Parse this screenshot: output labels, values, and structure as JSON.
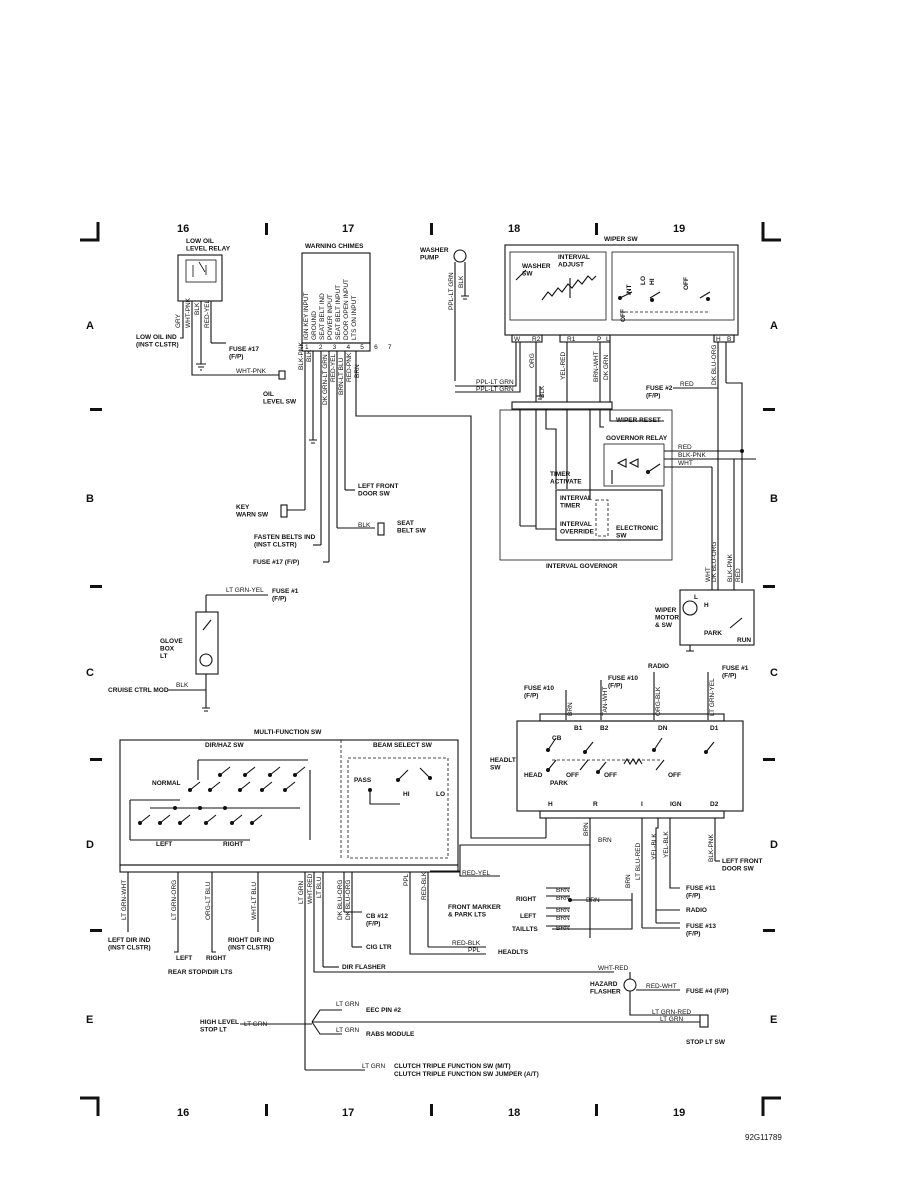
{
  "columns": [
    "16",
    "17",
    "18",
    "19"
  ],
  "rows": [
    "A",
    "B",
    "C",
    "D",
    "E"
  ],
  "figure_id": "92G11789",
  "components": {
    "low_oil_relay": "LOW OIL\nLEVEL RELAY",
    "low_oil_ind": "LOW OIL IND\n(INST CLSTR)",
    "fuse17_a": "FUSE #17\n(F/P)",
    "oil_level_sw": "OIL\nLEVEL SW",
    "warning_chimes": "WARNING CHIMES",
    "chime_pins": [
      "IGN KEY INPUT",
      "GROUND",
      "SEAT BELT IND",
      "POWER INPUT",
      "SEAT BELT INPUT",
      "DOOR OPEN INPUT",
      "LTS ON INPUT"
    ],
    "key_warn_sw": "KEY\nWARN SW",
    "left_front_door_sw": "LEFT FRONT\nDOOR SW",
    "seat_belt_sw": "SEAT\nBELT SW",
    "fasten_belts_ind": "FASTEN BELTS IND\n(INST CLSTR)",
    "fuse17_b": "FUSE #17 (F/P)",
    "washer_pump": "WASHER\nPUMP",
    "wiper_sw": "WIPER SW",
    "washer_sw": "WASHER\nSW",
    "interval_adjust": "INTERVAL\nADJUST",
    "wiper_positions": [
      "INT",
      "LO",
      "HI",
      "OFF",
      "OFF"
    ],
    "wiper_reset": "WIPER RESET",
    "governor_relay": "GOVERNOR RELAY",
    "timer_activate": "TIMER\nACTIVATE",
    "interval_timer": "INTERVAL\nTIMER",
    "interval_override": "INTERVAL\nOVERRIDE",
    "electronic_sw": "ELECTRONIC\nSW",
    "interval_governor": "INTERVAL GOVERNOR",
    "fuse2": "FUSE #2\n(F/P)",
    "wiper_motor": "WIPER\nMOTOR\n& SW",
    "park": "PARK",
    "run": "RUN",
    "fuse1_c": "FUSE #1\n(F/P)",
    "glove_box_lt": "GLOVE\nBOX\nLT",
    "cruise_ctrl_mod": "CRUISE CTRL MOD",
    "fuse10_a": "FUSE #10\n(F/P)",
    "fuse10_b": "FUSE #10\n(F/P)",
    "radio": "RADIO",
    "fuse1_d": "FUSE #1\n(F/P)",
    "headlt_sw": "HEADLT\nSW",
    "headlt_terms": [
      "B1",
      "B2",
      "DN",
      "D1",
      "H",
      "R",
      "I",
      "IGN",
      "D2",
      "CB"
    ],
    "headlt_labels": [
      "HEAD",
      "PARK",
      "OFF",
      "OFF",
      "OFF"
    ],
    "multi_function_sw": "MULTI-FUNCTION SW",
    "dir_haz_sw": "DIR/HAZ SW",
    "beam_select_sw": "BEAM SELECT SW",
    "mf_labels": [
      "NORMAL",
      "LEFT",
      "RIGHT",
      "PASS",
      "HI",
      "LO"
    ],
    "left_front_door_sw_2": "LEFT FRONT\nDOOR SW",
    "fuse11": "FUSE #11\n(F/P)",
    "radio_2": "RADIO",
    "fuse13": "FUSE #13\n(F/P)",
    "front_marker": "FRONT MARKER\n& PARK LTS",
    "taillts": "TAILLTS",
    "right": "RIGHT",
    "left": "LEFT",
    "left_dir_ind": "LEFT DIR IND\n(INST CLSTR)",
    "right_dir_ind": "RIGHT DIR IND\n(INST CLSTR)",
    "rear_stop_dir": "REAR STOP/DIR LTS",
    "cb12": "CB #12\n(F/P)",
    "cig_ltr": "CIG LTR",
    "dir_flasher": "DIR FLASHER",
    "headlts": "HEADLTS",
    "hazard_flasher": "HAZARD\nFLASHER",
    "fuse4": "FUSE #4 (F/P)",
    "stop_lt_sw": "STOP LT SW",
    "eec_pin2": "EEC PIN #2",
    "rabs_module": "RABS MODULE",
    "high_level_stop": "HIGH LEVEL\nSTOP LT",
    "clutch_mt": "CLUTCH TRIPLE FUNCTION SW (M/T)",
    "clutch_at": "CLUTCH TRIPLE FUNCTION SW JUMPER (A/T)"
  },
  "wires": {
    "GRY": "GRY",
    "WHT_PNK": "WHT-PNK",
    "BLK": "BLK",
    "RED_YEL": "RED-YEL",
    "BLK_PNK": "BLK-PNK",
    "DK_GRN_LT_GRN": "DK GRN-LT GRN",
    "RED_YEL_2": "RED-YEL",
    "BRN_LT_BLU": "BRN-LT BLU",
    "RED_PNK": "RED-PNK",
    "BRN": "BRN",
    "PPL_LT_GRN": "PPL-LT GRN",
    "PPL_LT_GRN_2": "PPL-LT GRN",
    "ORG": "ORG",
    "YEL_RED": "YEL-RED",
    "BRN_WHT": "BRN-WHT",
    "DK_GRN": "DK GRN",
    "DK_BLU_ORG": "DK BLU-ORG",
    "RED": "RED",
    "WHT": "WHT",
    "LT_GRN_YEL": "LT GRN-YEL",
    "TAN_WHT": "TAN-WHT",
    "ORG_BLK": "ORG-BLK",
    "LT_GRN_WHT": "LT GRN-WHT",
    "LT_GRN_ORG": "LT GRN-ORG",
    "ORG_LT_BLU": "ORG-LT BLU",
    "WHT_LT_BLU": "WHT-LT BLU",
    "LT_GRN": "LT GRN",
    "WHT_RED": "WHT-RED",
    "LT_BLU": "LT BLU",
    "DK_BLU_ORG_2": "DK BLU-ORG",
    "PPL": "PPL",
    "RED_BLK": "RED-BLK",
    "LT_BLU_RED": "LT BLU-RED",
    "YEL_BLK": "YEL-BLK",
    "YEL_BLK_2": "YEL-BLK",
    "RED_WHT": "RED-WHT",
    "LT_GRN_RED": "LT GRN-RED",
    "W": "W",
    "R2": "R2",
    "R1": "R1",
    "P": "P",
    "L": "L",
    "H": "H",
    "B": "B",
    "PIN_NUMS": "1 2 3 4 5 6 7"
  }
}
